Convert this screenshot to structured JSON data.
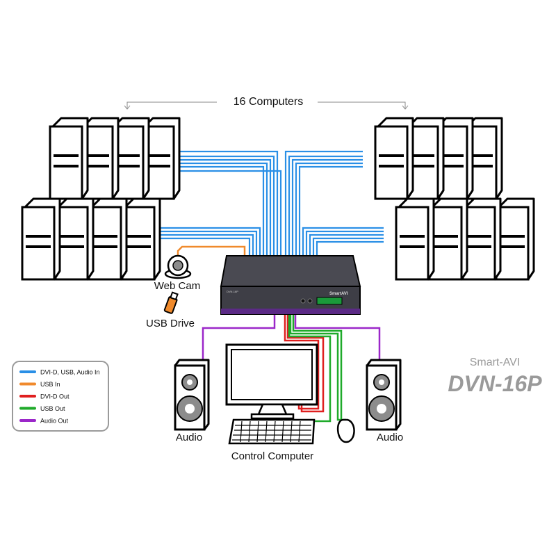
{
  "header": {
    "title": "16 Computers"
  },
  "labels": {
    "webcam": "Web Cam",
    "usb_drive": "USB Drive",
    "audio_left": "Audio",
    "audio_right": "Audio",
    "control_computer": "Control Computer"
  },
  "device": {
    "model_small": "DVN-16P",
    "brand_small": "SmartAVI"
  },
  "brand": {
    "logo": "Smart-AVI",
    "model": "DVN-16P"
  },
  "legend": {
    "items": [
      {
        "label": "DVI-D, USB, Audio In",
        "color": "#2a8fe6"
      },
      {
        "label": "USB In",
        "color": "#f08a2c"
      },
      {
        "label": "DVI-D Out",
        "color": "#e01f1f"
      },
      {
        "label": "USB Out",
        "color": "#1faa2a"
      },
      {
        "label": "Audio Out",
        "color": "#9b27c9"
      }
    ]
  },
  "colors": {
    "input": "#2a8fe6",
    "usb_in": "#f08a2c",
    "dvi_out": "#e01f1f",
    "usb_out": "#1faa2a",
    "audio_out": "#9b27c9",
    "device": "#3e3e46",
    "device_accent": "#5b2a86",
    "brand_gray": "#9a9a9a"
  }
}
